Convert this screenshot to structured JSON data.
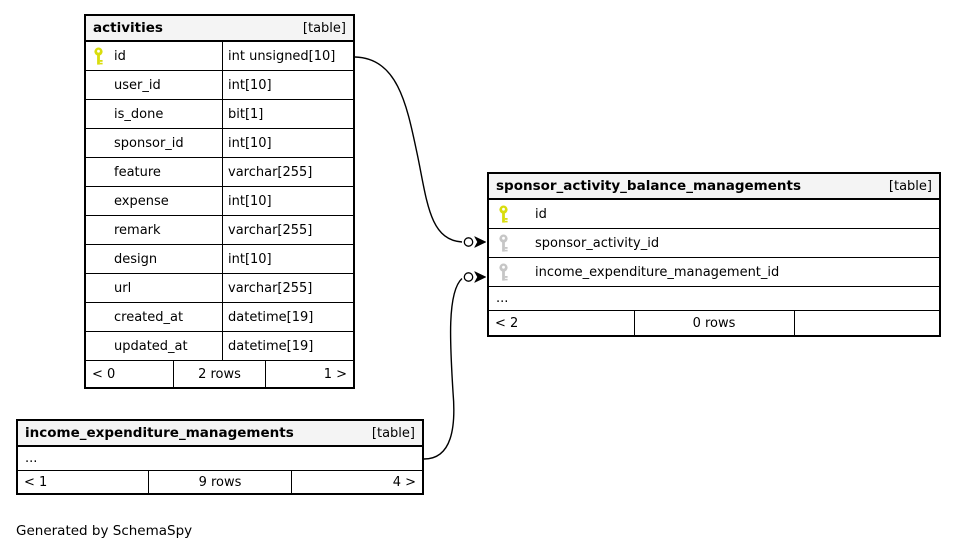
{
  "note": {
    "text": "Generated by SchemaSpy"
  },
  "colors": {
    "header_bg": "#f4f4f4",
    "border": "#000000",
    "line": "#000000",
    "primary_key_icon": "#d9dd0c",
    "foreign_key_icon": "#c6c6c6"
  },
  "tables": [
    {
      "name": "activities",
      "stereotype": "[table]",
      "columns": [
        {
          "name": "id",
          "type": "int unsigned[10]",
          "icon": "primary-key"
        },
        {
          "name": "user_id",
          "type": "int[10]"
        },
        {
          "name": "is_done",
          "type": "bit[1]"
        },
        {
          "name": "sponsor_id",
          "type": "int[10]"
        },
        {
          "name": "feature",
          "type": "varchar[255]"
        },
        {
          "name": "expense",
          "type": "int[10]"
        },
        {
          "name": "remark",
          "type": "varchar[255]"
        },
        {
          "name": "design",
          "type": "int[10]"
        },
        {
          "name": "url",
          "type": "varchar[255]"
        },
        {
          "name": "created_at",
          "type": "datetime[19]"
        },
        {
          "name": "updated_at",
          "type": "datetime[19]"
        }
      ],
      "footer": {
        "left": "< 0",
        "center": "2 rows",
        "right": "1 >"
      }
    },
    {
      "name": "sponsor_activity_balance_managements",
      "stereotype": "[table]",
      "columns": [
        {
          "name": "id",
          "icon": "primary-key"
        },
        {
          "name": "sponsor_activity_id",
          "icon": "foreign-key"
        },
        {
          "name": "income_expenditure_management_id",
          "icon": "foreign-key"
        }
      ],
      "ellipsis": "...",
      "footer": {
        "left": "< 2",
        "center": "0 rows",
        "right": ""
      }
    },
    {
      "name": "income_expenditure_managements",
      "stereotype": "[table]",
      "ellipsis": "...",
      "footer": {
        "left": "< 1",
        "center": "9 rows",
        "right": "4 >"
      }
    }
  ],
  "relationships": [
    {
      "from": "activities.id",
      "to": "sponsor_activity_balance_managements.sponsor_activity_id"
    },
    {
      "from": "income_expenditure_managements",
      "to": "sponsor_activity_balance_managements.income_expenditure_management_id"
    }
  ]
}
